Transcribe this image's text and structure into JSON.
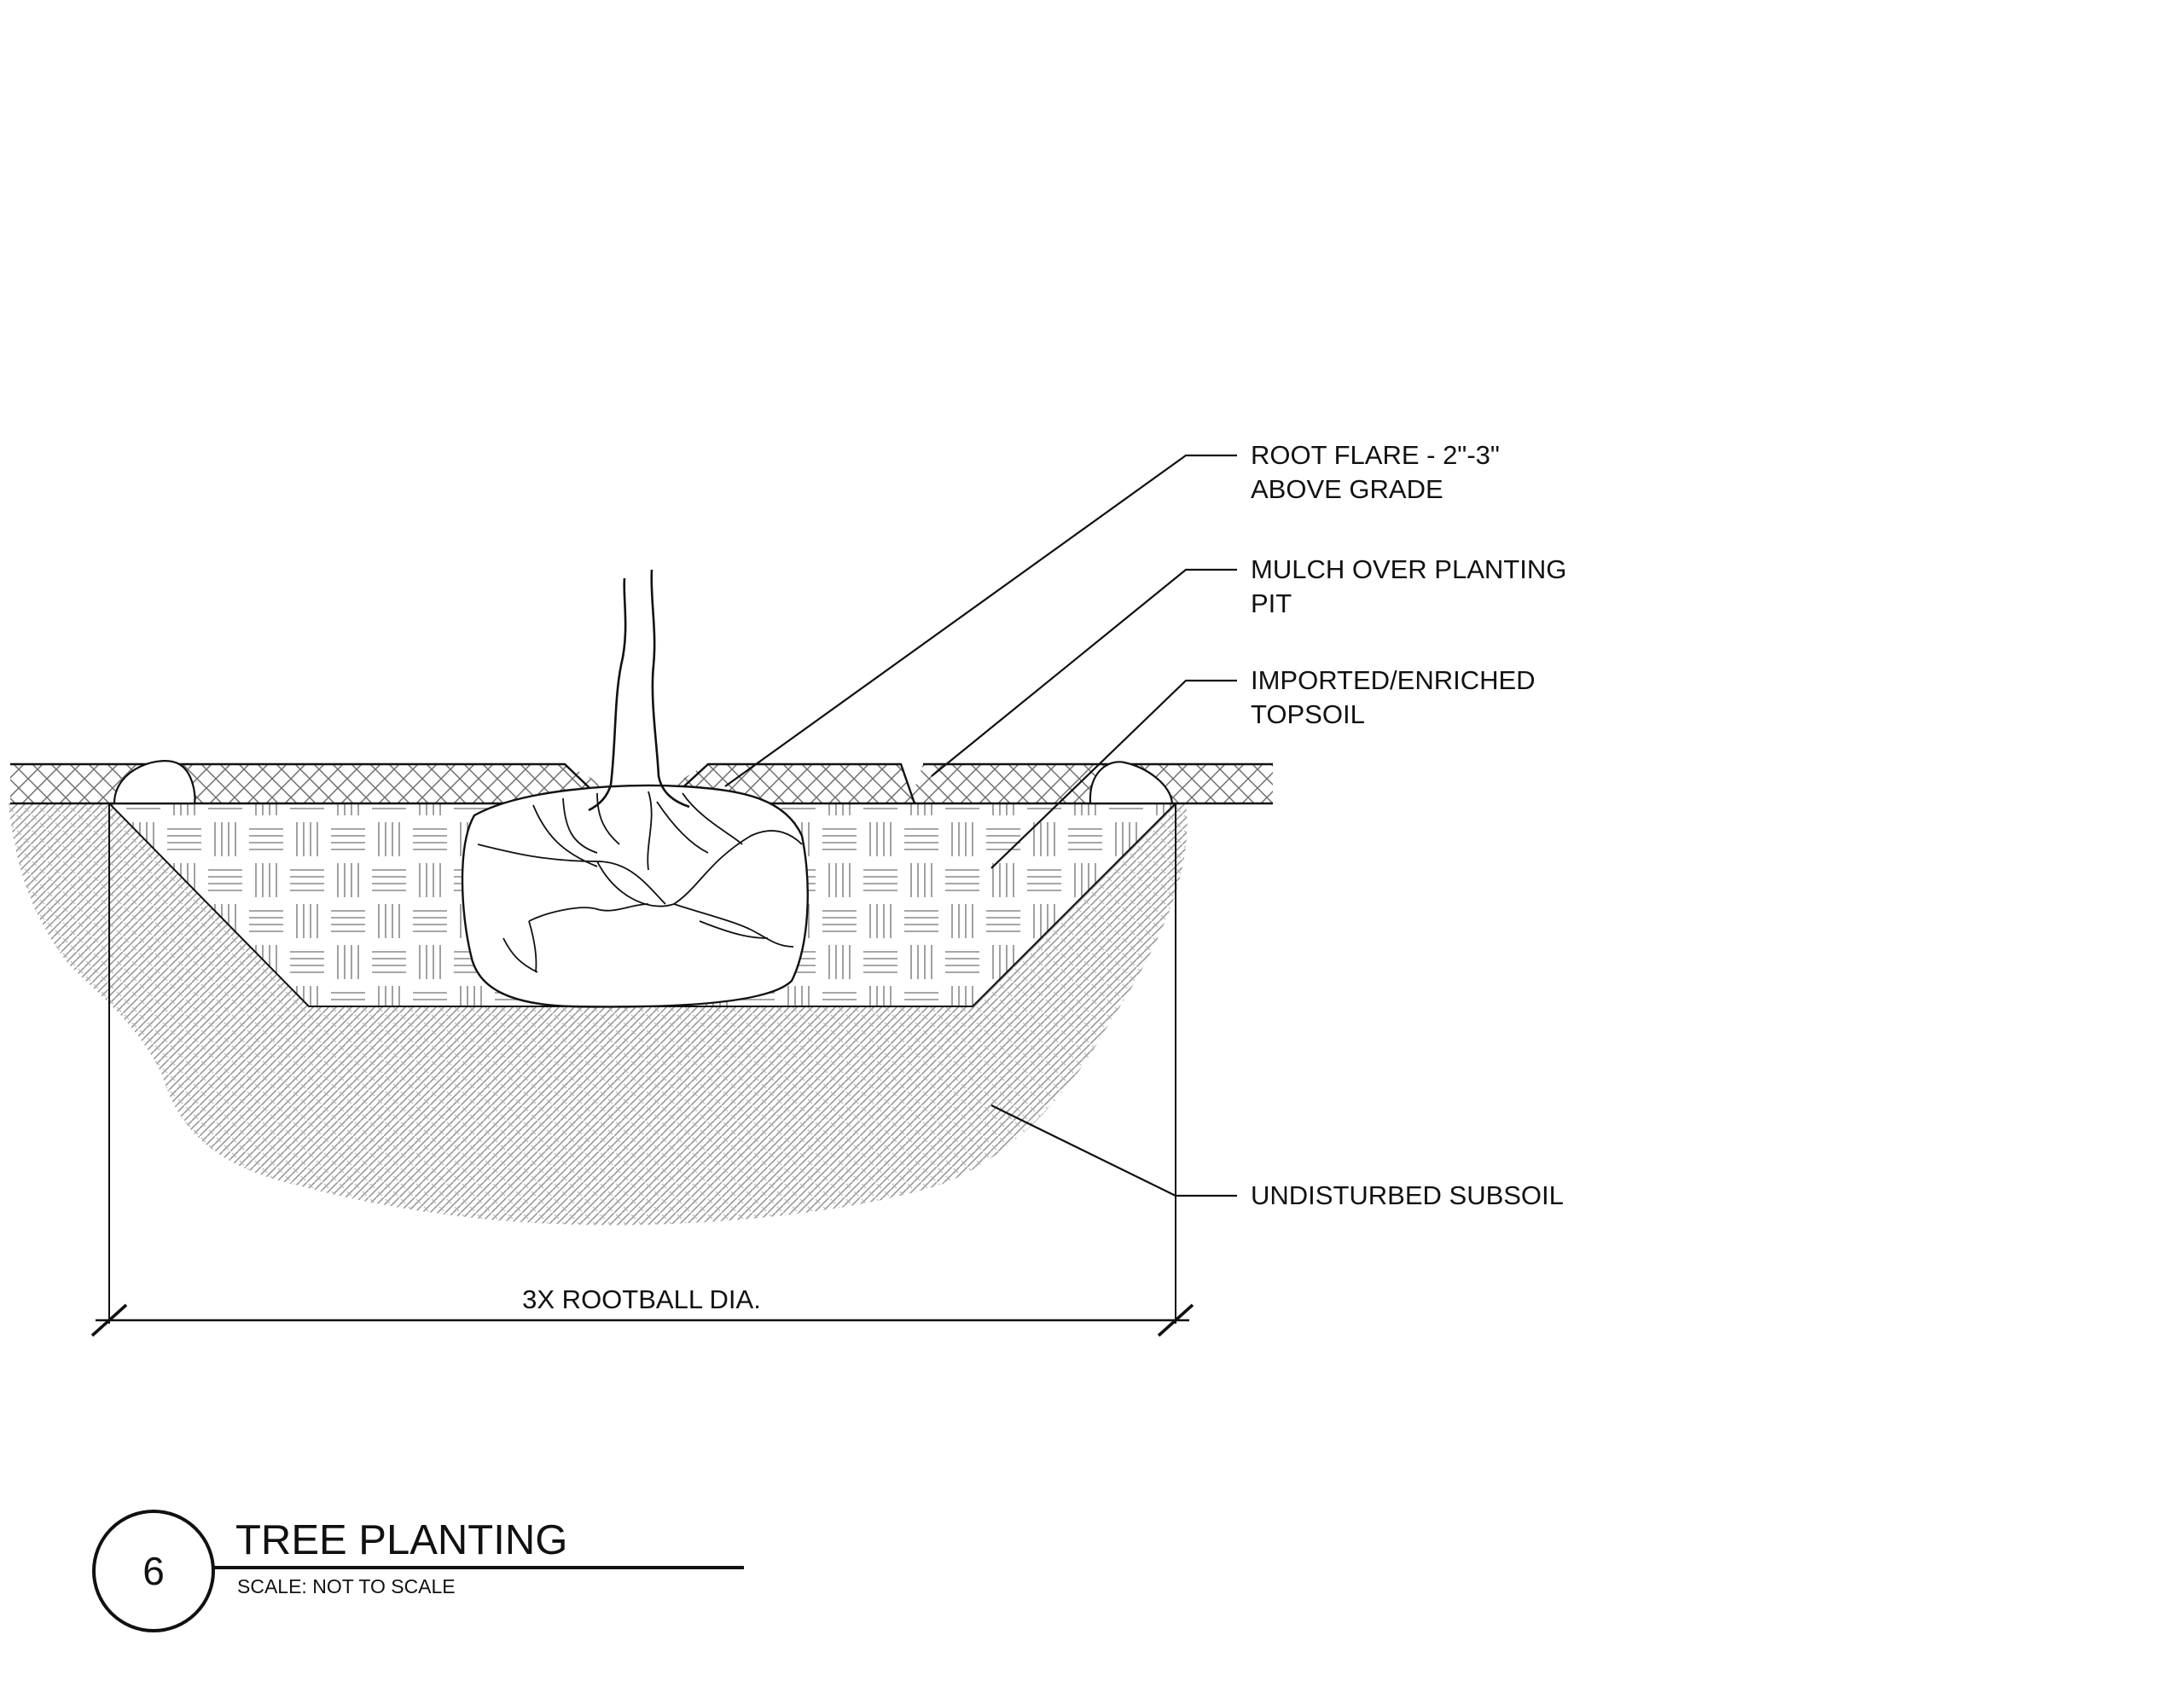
{
  "detail": {
    "number": "6",
    "title": "TREE PLANTING",
    "scale": "SCALE: NOT TO SCALE"
  },
  "callouts": {
    "root_flare": {
      "line1": "ROOT FLARE - 2\"-3\"",
      "line2": "ABOVE GRADE"
    },
    "mulch": {
      "line1": "MULCH OVER PLANTING",
      "line2": "PIT"
    },
    "topsoil": {
      "line1": "IMPORTED/ENRICHED",
      "line2": "TOPSOIL"
    },
    "subsoil": {
      "line1": "UNDISTURBED SUBSOIL"
    }
  },
  "dimension": {
    "label": "3X ROOTBALL DIA."
  }
}
